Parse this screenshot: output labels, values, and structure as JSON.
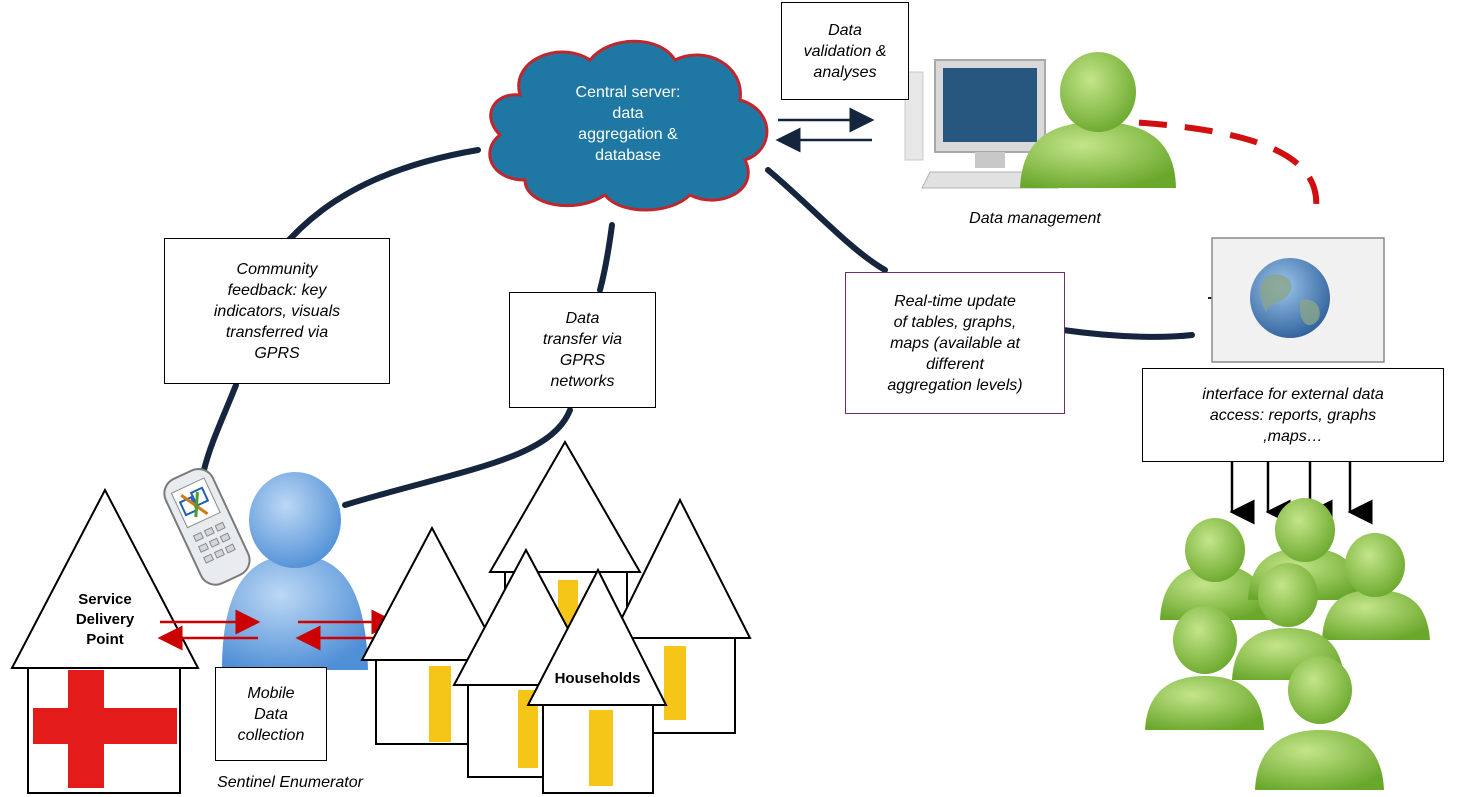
{
  "central_server": {
    "label_line1": "Central server:",
    "label_line2": "data",
    "label_line3": "aggregation &",
    "label_line4": "database"
  },
  "validation_box": {
    "line1": "Data",
    "line2": "validation &",
    "line3": "analyses"
  },
  "data_management_label": "Data management",
  "community_box": {
    "line1": "Community",
    "line2": "feedback: key",
    "line3": "indicators, visuals",
    "line4": "transferred via",
    "line5": "GPRS"
  },
  "transfer_box": {
    "line1": "Data",
    "line2": "transfer via",
    "line3": "GPRS",
    "line4": "networks"
  },
  "realtime_box": {
    "line1": "Real-time update",
    "line2": "of tables, graphs,",
    "line3": "maps (available at",
    "line4": "different",
    "line5": "aggregation levels)"
  },
  "interface_box": {
    "line1": "interface for external data",
    "line2": "access: reports, graphs",
    "line3": ",maps…"
  },
  "service_point": {
    "line1": "Service",
    "line2": "Delivery",
    "line3": "Point"
  },
  "mobile_box": {
    "line1": "Mobile",
    "line2": "Data",
    "line3": "collection"
  },
  "enumerator_label": "Sentinel Enumerator",
  "households_label": "Households",
  "colors": {
    "cloud": "#1f78a4",
    "cloud_border": "#c0262d",
    "connector": "#14253d",
    "red_dashed": "#d01010",
    "red_arrow": "#cc0000",
    "person_green": "#8cc63f",
    "person_blue": "#6fa8e0",
    "door_yellow": "#f5c518",
    "red_cross": "#e31b1b"
  }
}
